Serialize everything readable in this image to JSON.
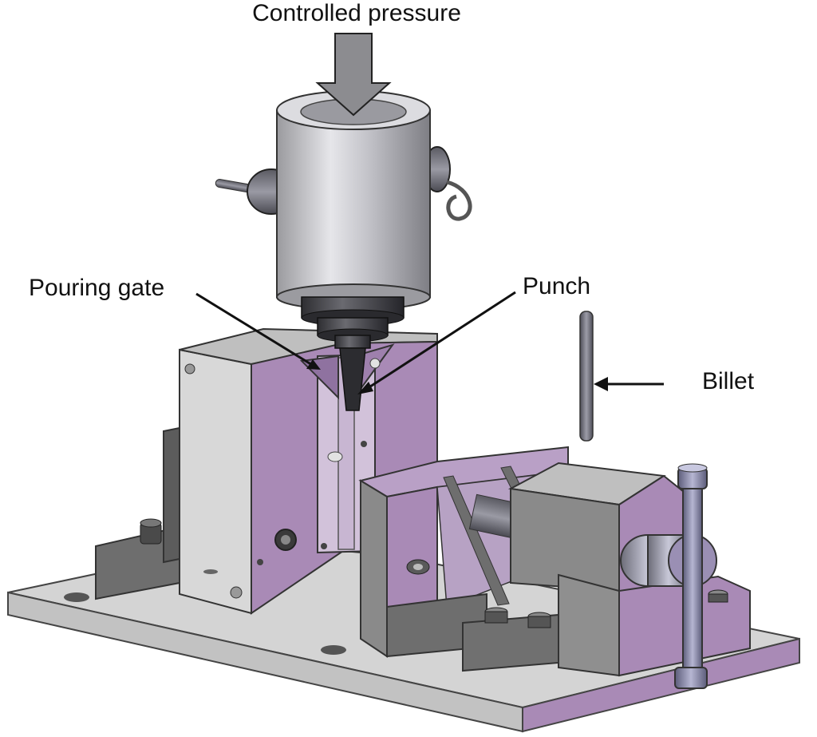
{
  "labels": {
    "controlled_pressure": "Controlled pressure",
    "pouring_gate": "Pouring gate",
    "punch": "Punch",
    "billet": "Billet"
  },
  "colors": {
    "purple": "#a98ab6",
    "purple_dark": "#7d5f8c",
    "purple_light": "#c6b0d0",
    "grey_light": "#d6d6d6",
    "grey": "#a8a8a8",
    "grey_dark": "#6e6e6e",
    "steel": "#c9c9cf",
    "arrow": "#111111"
  }
}
